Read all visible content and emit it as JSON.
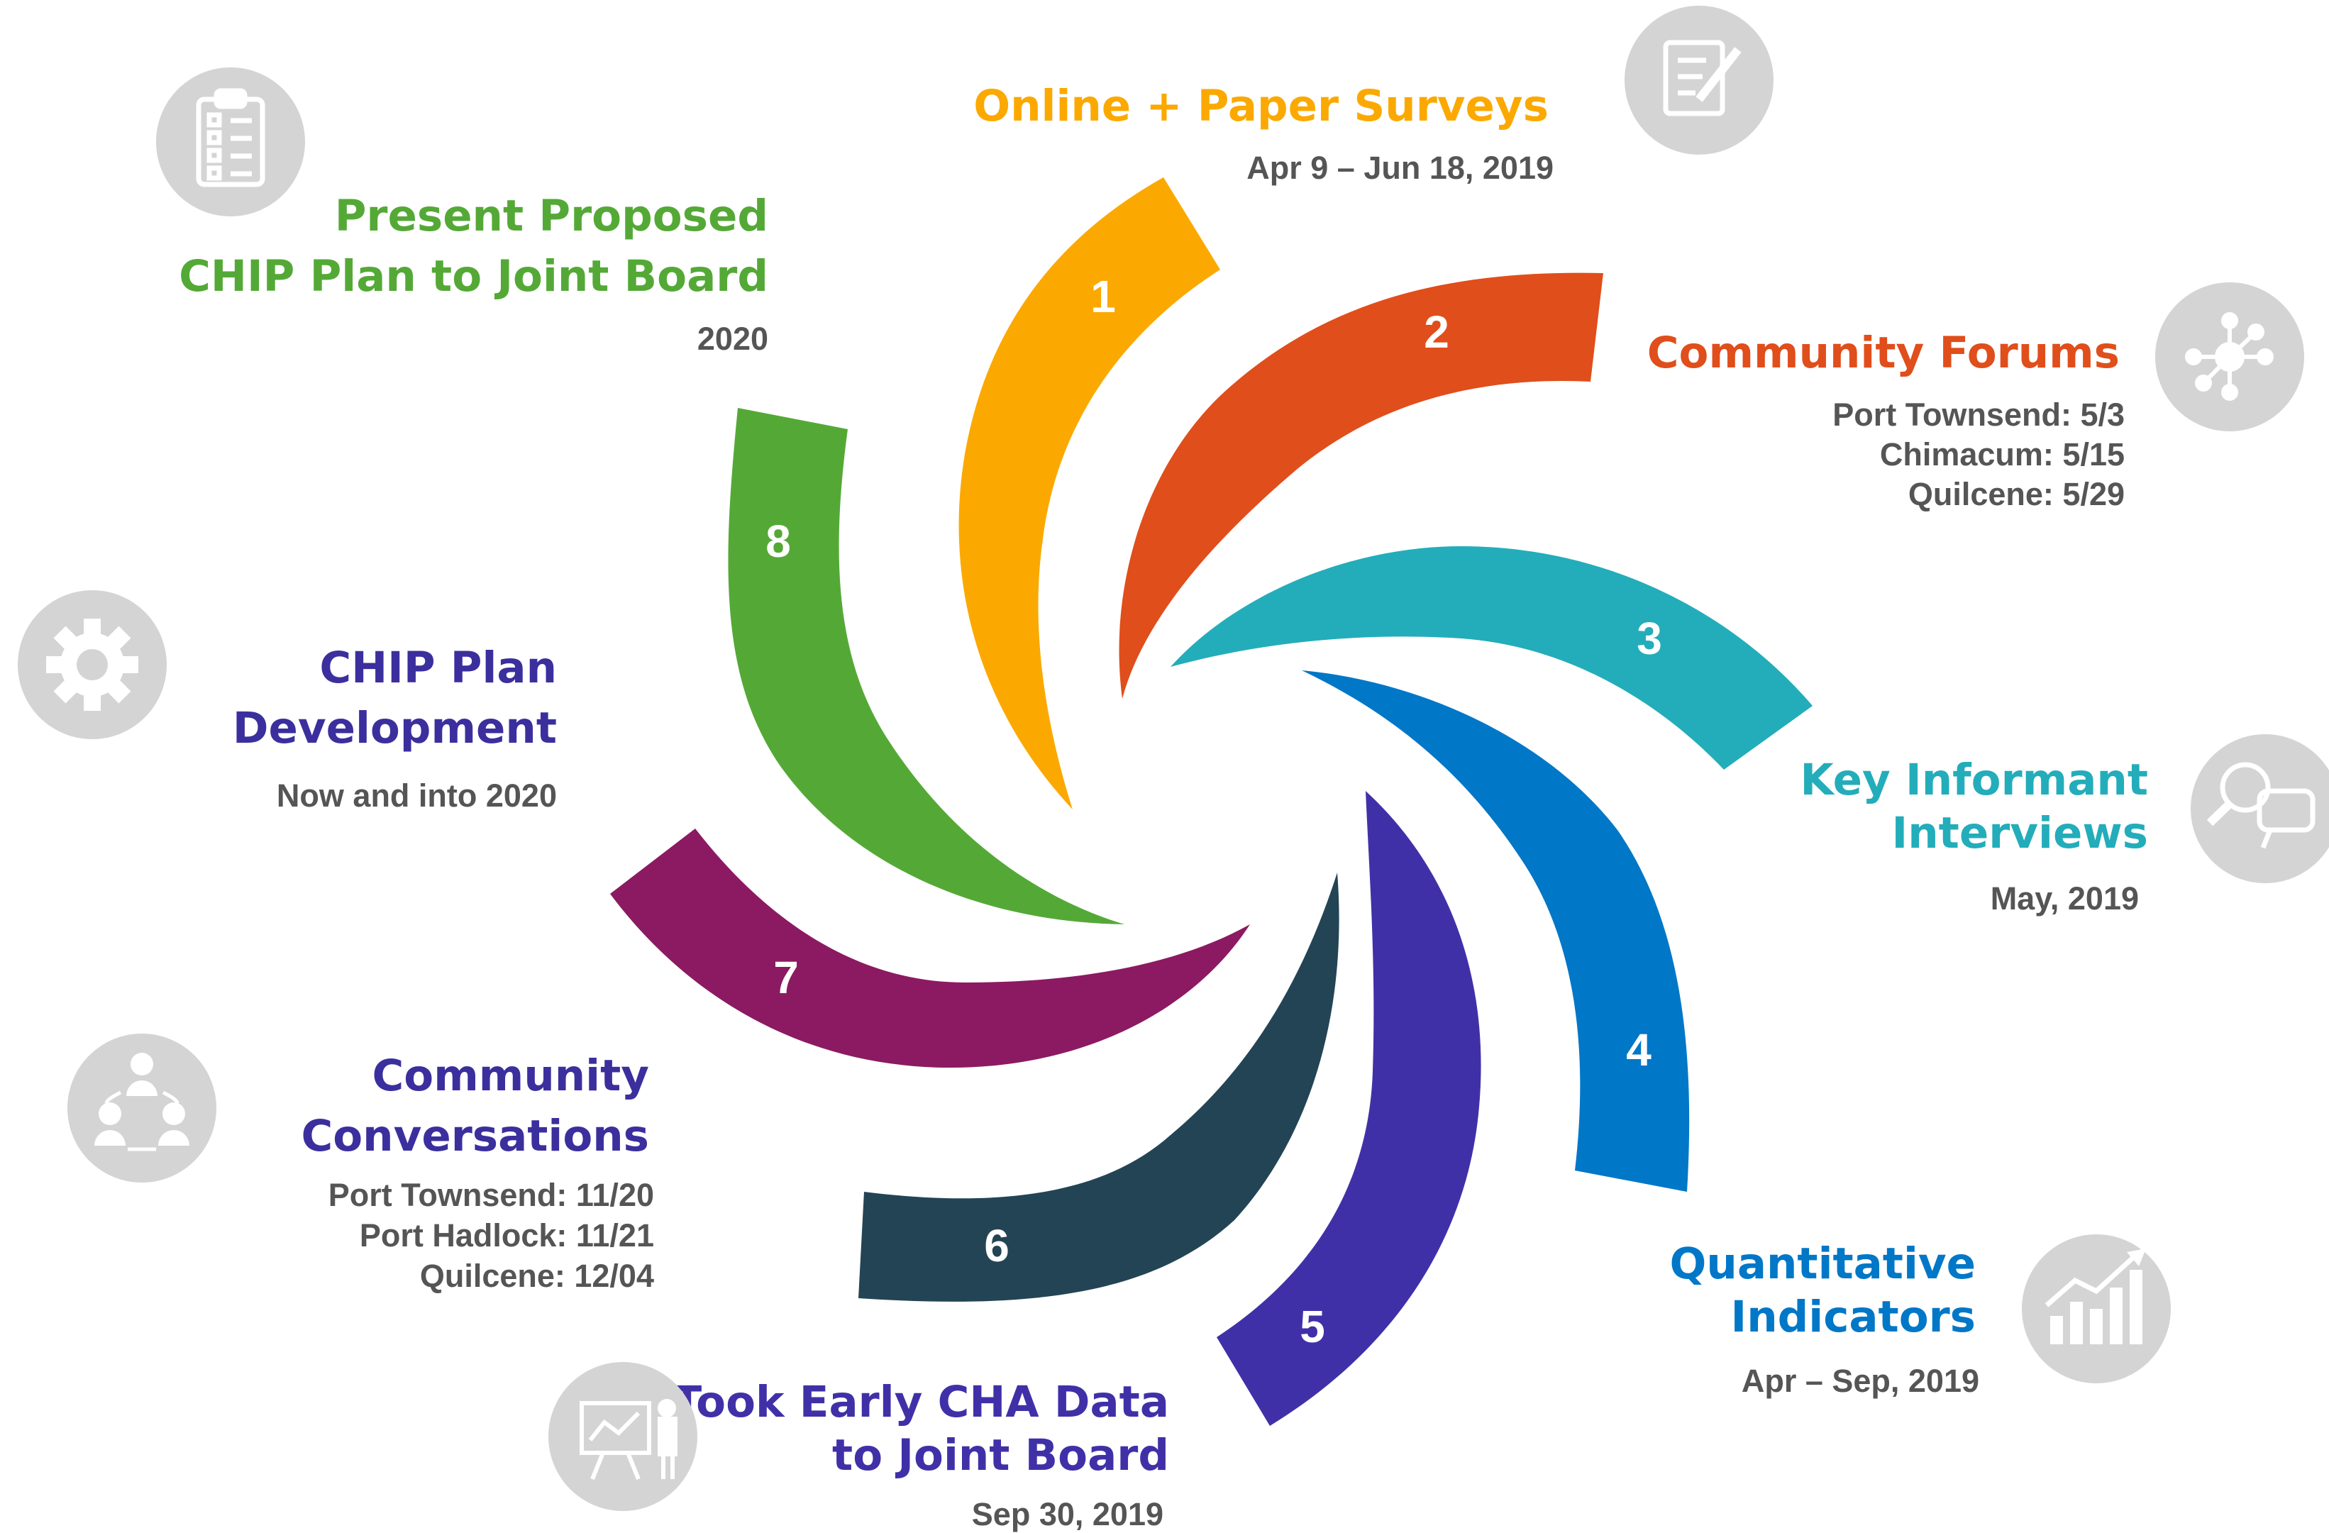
{
  "steps": [
    {
      "num": "1",
      "title_lines": [
        "Online + Paper Surveys"
      ],
      "sub_lines": [
        "Apr 9 – Jun 18, 2019"
      ],
      "color": "#FBA900",
      "icon": "survey-pencil-icon"
    },
    {
      "num": "2",
      "title_lines": [
        "Community Forums"
      ],
      "sub_lines": [
        "Port Townsend:  5/3",
        "Chimacum:  5/15",
        "Quilcene:  5/29"
      ],
      "color": "#E04E1B",
      "icon": "network-hub-icon"
    },
    {
      "num": "3",
      "title_lines": [
        "Key Informant",
        "Interviews"
      ],
      "sub_lines": [
        "May, 2019"
      ],
      "color": "#23ADBA",
      "icon": "search-speech-bubble-icon"
    },
    {
      "num": "4",
      "title_lines": [
        "Quantitative",
        "Indicators"
      ],
      "sub_lines": [
        "Apr – Sep,  2019"
      ],
      "color": "#0077C7",
      "icon": "bar-chart-trend-icon"
    },
    {
      "num": "5",
      "title_lines": [
        "Took Early CHA Data",
        "to Joint Board"
      ],
      "sub_lines": [
        "Sep 30, 2019"
      ],
      "color": "#4030A8",
      "icon": "presentation-easel-icon"
    },
    {
      "num": "6",
      "title_lines": [],
      "sub_lines": [],
      "color": "#234455",
      "icon": ""
    },
    {
      "num": "7",
      "title_lines": [
        "Community",
        "Conversations"
      ],
      "sub_lines": [
        "Port Townsend:  11/20",
        "Port Hadlock:  11/21",
        "Quilcene:  12/04"
      ],
      "color": "#8B1A62",
      "icon": "group-people-icon"
    },
    {
      "num": "8",
      "title_lines": [
        "Present Proposed",
        "CHIP Plan to Joint Board"
      ],
      "sub_lines": [
        "2020"
      ],
      "color": "#54A936",
      "icon": "clipboard-checklist-icon"
    }
  ],
  "extra_label": {
    "title_lines": [
      "CHIP Plan",
      "Development"
    ],
    "sub_lines": [
      "Now and into 2020"
    ],
    "color": "#3B2F9E",
    "icon": "gear-icon"
  },
  "colors": {
    "icon_bg": "#d4d4d4",
    "subtitle": "#555555"
  }
}
